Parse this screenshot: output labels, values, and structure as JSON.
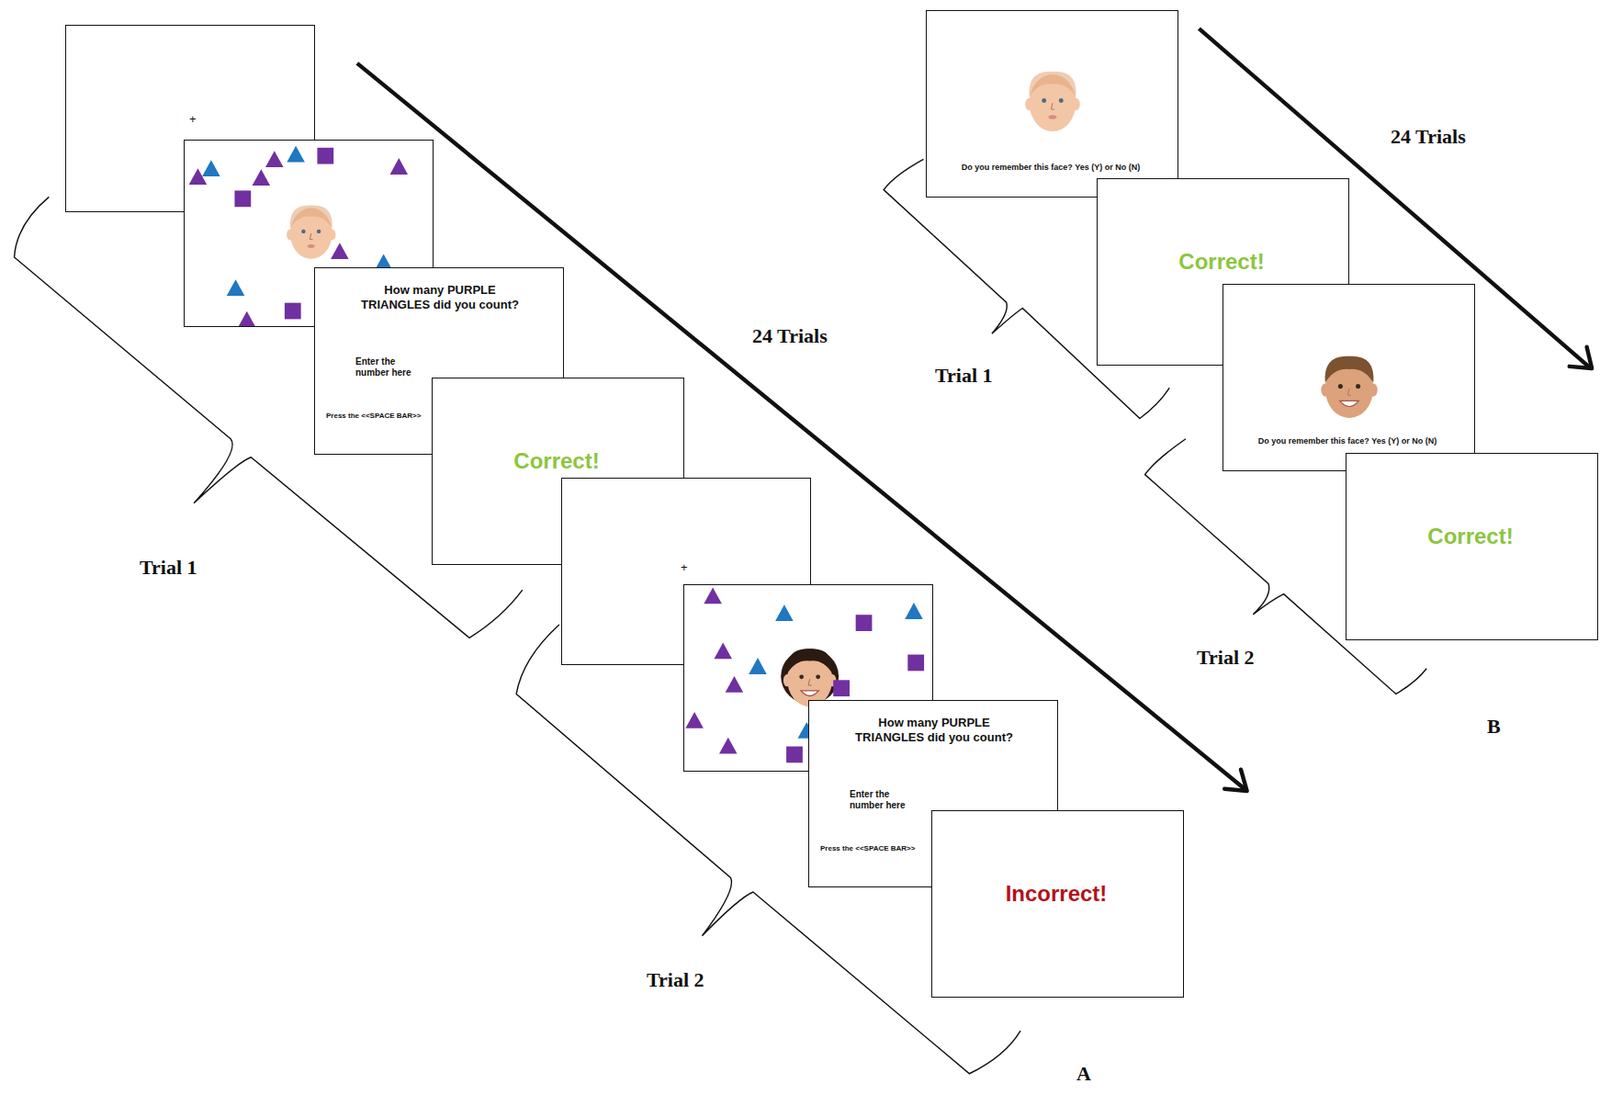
{
  "diagram": {
    "nodes": [
      {
        "text": [
          "+"
        ]
      },
      {
        "text": [
          "How many PURPLE TRIANGLES did you count?",
          "Enter the number here",
          "Press the <<SPACE BAR>>"
        ]
      },
      {
        "text": [
          "Correct!"
        ]
      },
      {
        "text": [
          "+"
        ]
      },
      {
        "text": [
          "How many PURPLE TRIANGLES did you count?",
          "Enter the number here",
          "Press the <<SPACE BAR>>"
        ]
      },
      {
        "text": [
          "Incorrect!"
        ]
      },
      {
        "text": [
          "Do you remember this face? Yes (Y) or No (N)"
        ]
      },
      {
        "text": [
          "Correct!"
        ]
      },
      {
        "text": [
          "Do you remember this face? Yes (Y) or No (N)"
        ]
      },
      {
        "text": [
          "Correct!"
        ]
      }
    ],
    "labels": [
      "Trial 1",
      "Trial 2",
      "24 Trials",
      "A",
      "24 Trials",
      "Trial 1",
      "Trial 2",
      "B"
    ]
  }
}
